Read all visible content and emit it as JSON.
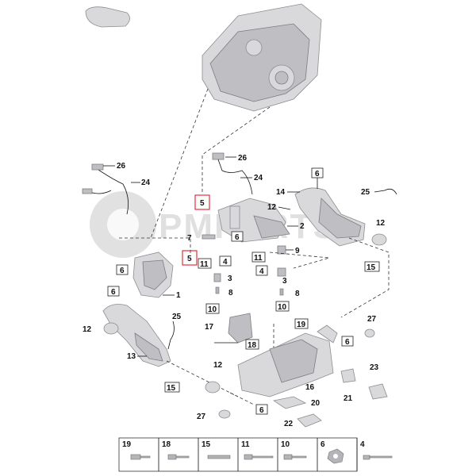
{
  "watermark": {
    "text": "PMPARTS"
  },
  "callouts": {
    "c1": "1",
    "c2": "2",
    "c3a": "3",
    "c3b": "3",
    "c5a": "5",
    "c5b": "5",
    "c7": "7",
    "c8a": "8",
    "c8b": "8",
    "c9": "9",
    "c12a": "12",
    "c12b": "12",
    "c12c": "12",
    "c12d": "12",
    "c13": "13",
    "c14": "14",
    "c16": "16",
    "c17": "17",
    "c20": "20",
    "c21": "21",
    "c22": "22",
    "c23": "23",
    "c24a": "24",
    "c24b": "24",
    "c25a": "25",
    "c25b": "25",
    "c26a": "26",
    "c26b": "26",
    "c27a": "27",
    "c27b": "27"
  },
  "boxed_refs": {
    "b4a": "4",
    "b4b": "4",
    "b6a": "6",
    "b6b": "6",
    "b6c": "6",
    "b6d": "6",
    "b6e": "6",
    "b6f": "6",
    "b10a": "10",
    "b10b": "10",
    "b11a": "11",
    "b11b": "11",
    "b15a": "15",
    "b15b": "15",
    "b18": "18",
    "b19": "19"
  },
  "legend": {
    "items": [
      {
        "label": "19"
      },
      {
        "label": "18"
      },
      {
        "label": "15"
      },
      {
        "label": "11"
      },
      {
        "label": "10"
      },
      {
        "label": "6"
      },
      {
        "label": "4"
      }
    ]
  },
  "colors": {
    "highlight_box": "#e0202a",
    "part_fill": "#d9d9db"
  }
}
